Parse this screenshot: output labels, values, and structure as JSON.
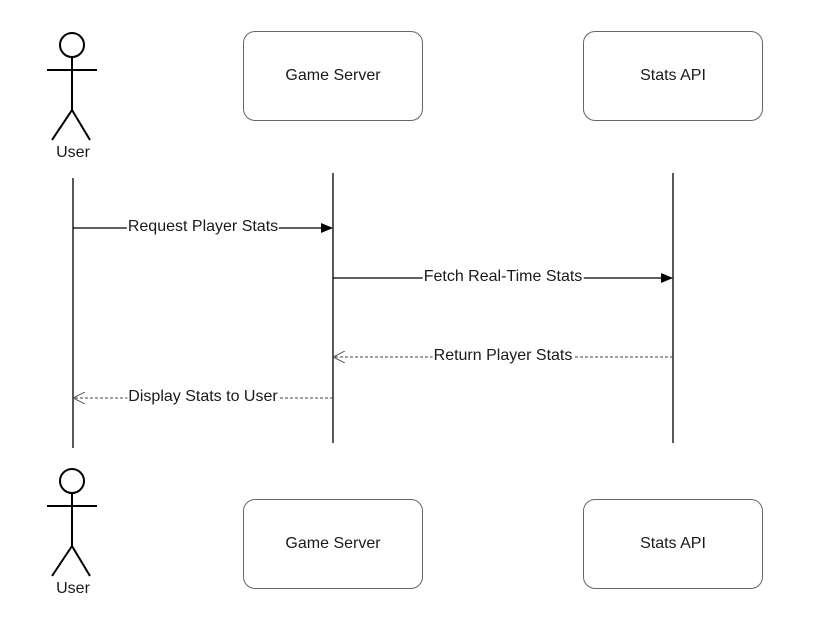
{
  "participants": [
    {
      "id": "user",
      "kind": "actor",
      "label": "User"
    },
    {
      "id": "game_server",
      "kind": "box",
      "label": "Game Server"
    },
    {
      "id": "stats_api",
      "kind": "box",
      "label": "Stats API"
    }
  ],
  "messages": [
    {
      "from": "user",
      "to": "game_server",
      "label": "Request Player Stats",
      "style": "solid"
    },
    {
      "from": "game_server",
      "to": "stats_api",
      "label": "Fetch Real-Time Stats",
      "style": "solid"
    },
    {
      "from": "stats_api",
      "to": "game_server",
      "label": "Return Player Stats",
      "style": "dashed"
    },
    {
      "from": "game_server",
      "to": "user",
      "label": "Display Stats to User",
      "style": "dashed"
    }
  ],
  "colors": {
    "line": "#000000",
    "box_border": "#666666",
    "text": "#1a1a1a"
  }
}
